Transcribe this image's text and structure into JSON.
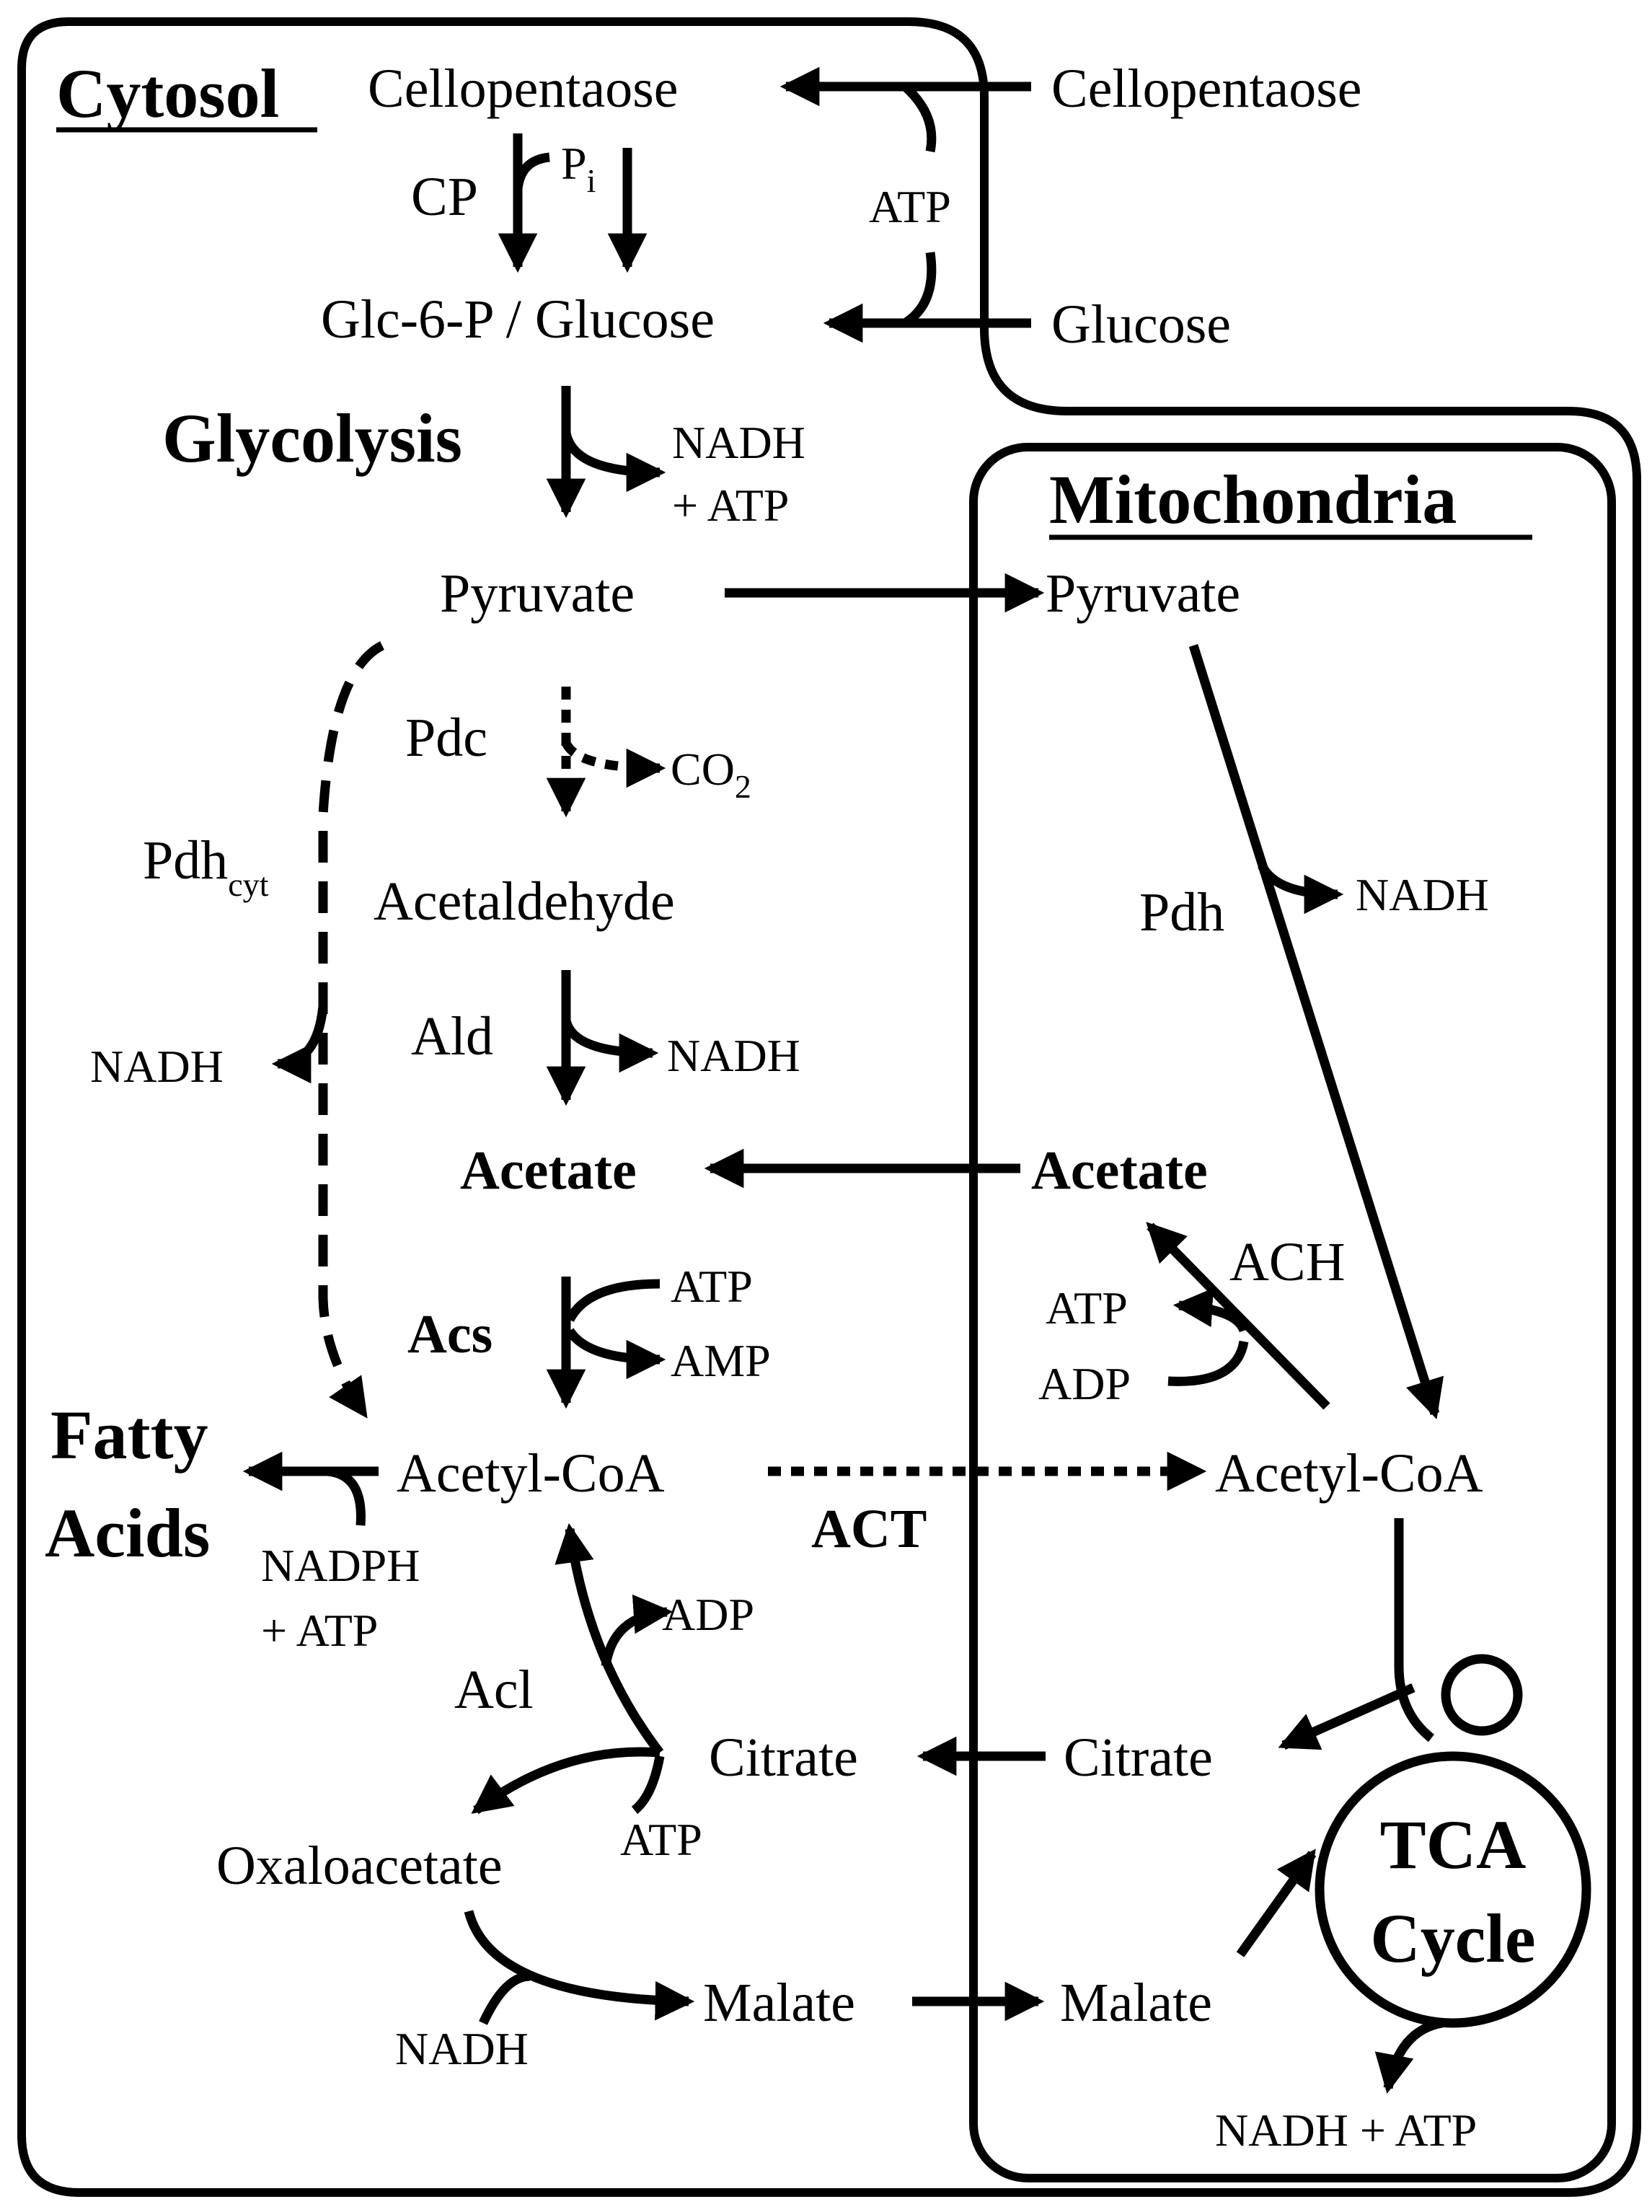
{
  "compartments": {
    "cytosol": "Cytosol",
    "mitochondria": "Mitochondria"
  },
  "metabolites": {
    "cellopentaose_in": "Cellopentaose",
    "cellopentaose_out": "Cellopentaose",
    "glucose_out": "Glucose",
    "glc6p_glucose": "Glc-6-P / Glucose",
    "pyruvate_cyt": "Pyruvate",
    "pyruvate_mito": "Pyruvate",
    "acetaldehyde": "Acetaldehyde",
    "acetate_cyt": "Acetate",
    "acetate_mito": "Acetate",
    "acetylcoa_cyt": "Acetyl-CoA",
    "acetylcoa_mito": "Acetyl-CoA",
    "citrate_cyt": "Citrate",
    "citrate_mito": "Citrate",
    "oxaloacetate": "Oxaloacetate",
    "malate_cyt": "Malate",
    "malate_mito": "Malate",
    "fatty_acids_1": "Fatty",
    "fatty_acids_2": "Acids"
  },
  "pathways": {
    "glycolysis": "Glycolysis",
    "tca_1": "TCA",
    "tca_2": "Cycle"
  },
  "enzymes": {
    "cp": "CP",
    "pdc": "Pdc",
    "pdh_cyt_main": "Pdh",
    "pdh_cyt_sub": "cyt",
    "ald": "Ald",
    "acs": "Acs",
    "acl": "Acl",
    "pdh": "Pdh",
    "ach": "ACH",
    "act": "ACT"
  },
  "cofactors": {
    "pi_main": "P",
    "pi_sub": "i",
    "atp_transport": "ATP",
    "glycolysis_nadh": "NADH",
    "glycolysis_atp": "+ ATP",
    "co2_main": "CO",
    "co2_sub": "2",
    "pdhcyt_nadh": "NADH",
    "ald_nadh": "NADH",
    "acs_atp": "ATP",
    "acs_amp": "AMP",
    "fa_nadph": "NADPH",
    "fa_atp": "+ ATP",
    "acl_adp": "ADP",
    "acl_atp": "ATP",
    "mdh_nadh": "NADH",
    "pdh_nadh": "NADH",
    "ach_atp": "ATP",
    "ach_adp": "ADP",
    "tca_products": "NADH + ATP"
  }
}
